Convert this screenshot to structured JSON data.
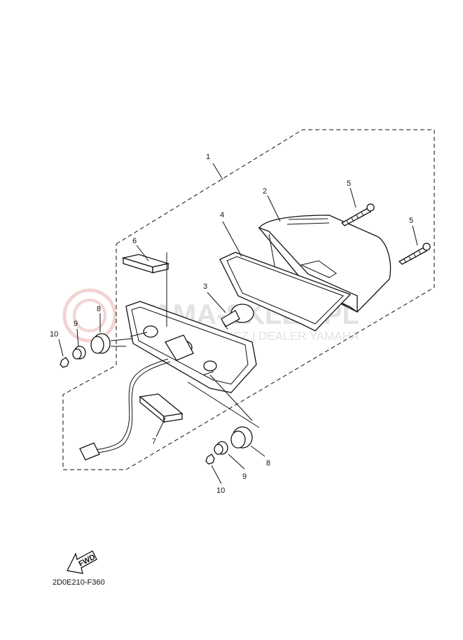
{
  "watermark": {
    "brand": "YAMA-SKLEP.PL",
    "subtitle": "WICZ | DEALER YAMAHA"
  },
  "callouts": {
    "tail_light_assy": "1",
    "lens": "2",
    "bulb": "3",
    "gasket": "4",
    "screw_a": "5",
    "screw_b": "5",
    "damper_upper": "6",
    "damper_lower": "7",
    "grommet_left": "8",
    "grommet_right": "8",
    "collar_left": "9",
    "collar_right": "9",
    "nut_left": "10",
    "nut_right": "10"
  },
  "fwd_label": "FWD",
  "diagram_code": "2D0E210-F360"
}
